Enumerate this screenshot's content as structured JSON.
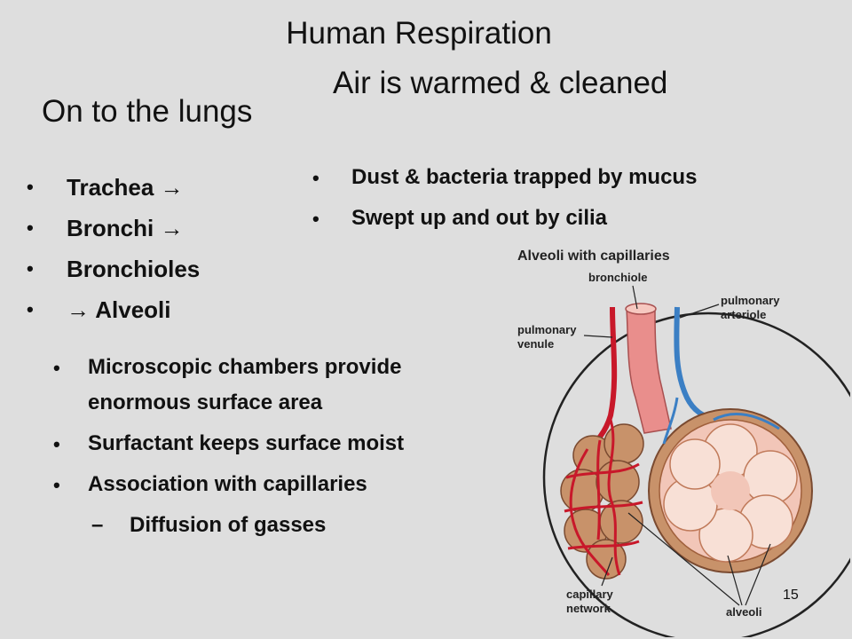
{
  "slide": {
    "title": "Human Respiration",
    "left_heading": "On to the lungs",
    "right_heading": "Air is warmed & cleaned",
    "airway_list": [
      "Trachea →",
      "Bronchi →",
      "Bronchioles",
      "→ Alveoli"
    ],
    "cleaning_list": [
      "Dust & bacteria trapped by mucus",
      "Swept up and out by cilia"
    ],
    "alveoli_points": [
      "Microscopic chambers provide",
      "enormous surface area",
      "Surfactant keeps surface moist",
      "Association with capillaries"
    ],
    "sub_point": "Diffusion of gasses",
    "bullet": "•",
    "dash": "–",
    "page_number": "15"
  },
  "figure": {
    "title": "Alveoli with capillaries",
    "labels": {
      "bronchiole": "bronchiole",
      "pulmonary_arteriole": [
        "pulmonary",
        "arteriole"
      ],
      "pulmonary_venule": [
        "pulmonary",
        "venule"
      ],
      "capillary_network": [
        "capillary",
        "network"
      ],
      "alveoli": "alveoli"
    },
    "colors": {
      "vein": "#c8182a",
      "artery": "#3b7fc4",
      "alveolus": "#c8926a",
      "tissue": "#f2c6b8",
      "bronchiole": "#e98e8c"
    }
  }
}
